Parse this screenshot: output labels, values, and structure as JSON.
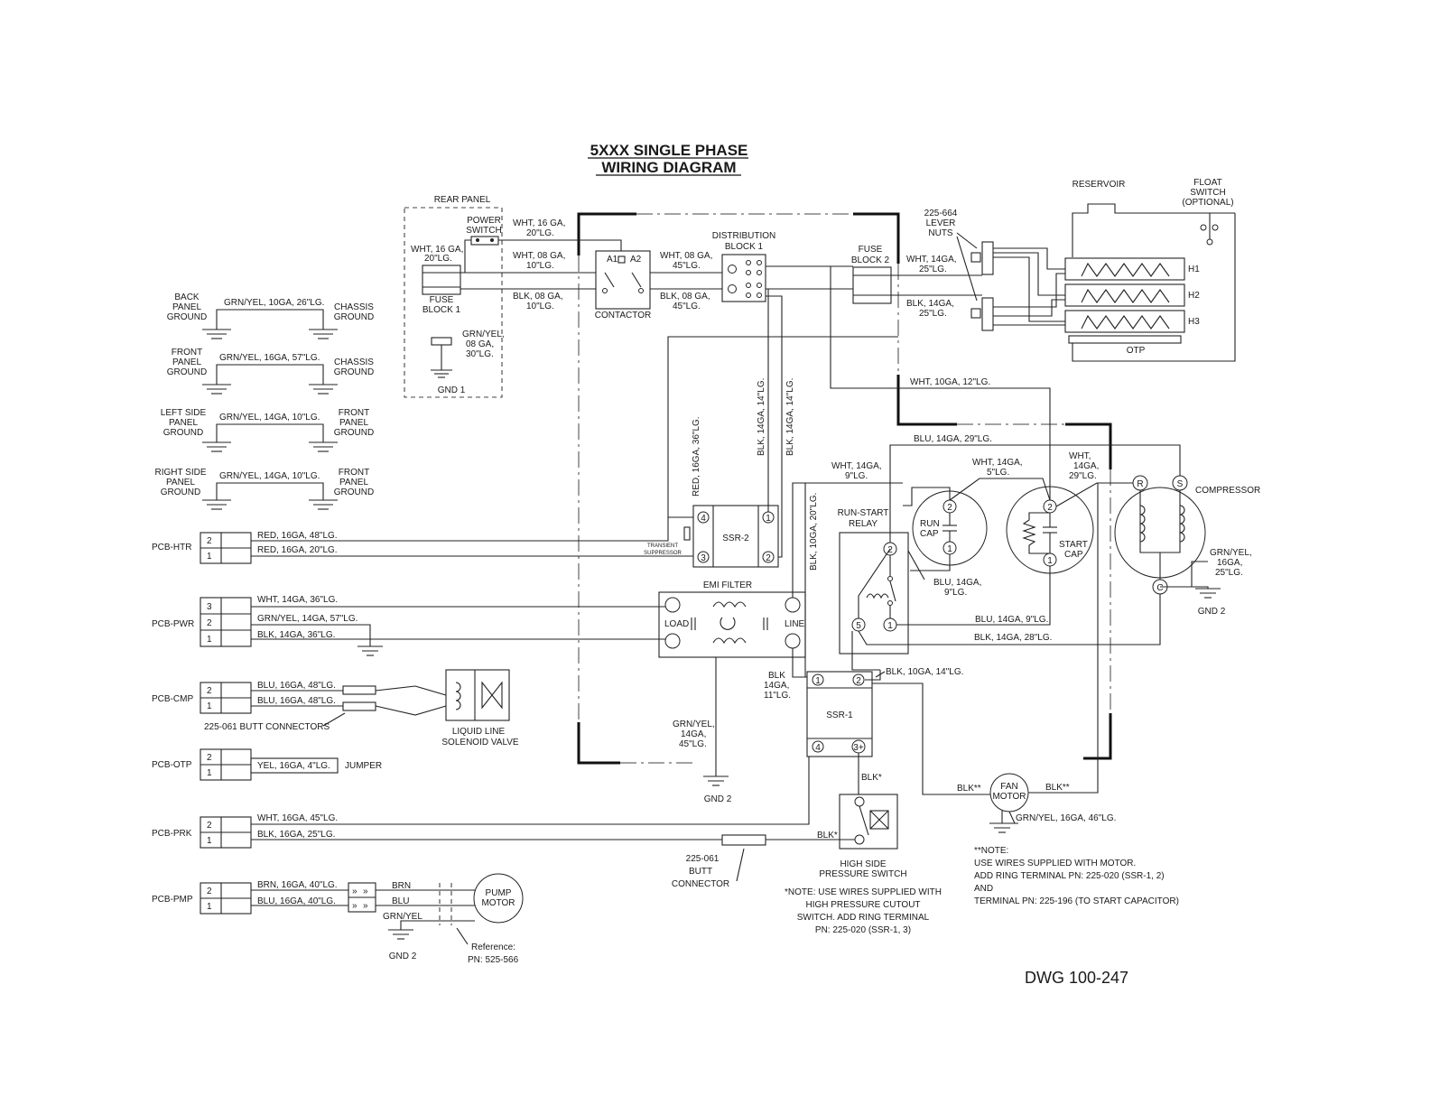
{
  "title": {
    "line1": "5XXX SINGLE PHASE",
    "line2": "WIRING DIAGRAM"
  },
  "dwg_number": "DWG 100-247",
  "grounds": [
    {
      "left": [
        "BACK",
        "PANEL",
        "GROUND"
      ],
      "wire": "GRN/YEL, 10GA, 26\"LG.",
      "right": [
        "CHASSIS",
        "GROUND"
      ]
    },
    {
      "left": [
        "FRONT",
        "PANEL",
        "GROUND"
      ],
      "wire": "GRN/YEL, 16GA, 57\"LG.",
      "right": [
        "CHASSIS",
        "GROUND"
      ]
    },
    {
      "left": [
        "LEFT SIDE",
        "PANEL",
        "GROUND"
      ],
      "wire": "GRN/YEL, 14GA, 10\"LG.",
      "right": [
        "FRONT",
        "PANEL",
        "GROUND"
      ]
    },
    {
      "left": [
        "RIGHT SIDE",
        "PANEL",
        "GROUND"
      ],
      "wire": "GRN/YEL, 14GA, 10\"LG.",
      "right": [
        "FRONT",
        "PANEL",
        "GROUND"
      ]
    }
  ],
  "pcb": [
    {
      "name": "PCB-HTR",
      "pins": [
        "2",
        "1"
      ],
      "wires": [
        "RED, 16GA, 48\"LG.",
        "RED, 16GA, 20\"LG."
      ]
    },
    {
      "name": "PCB-PWR",
      "pins": [
        "3",
        "2",
        "1"
      ],
      "wires": [
        "WHT, 14GA, 36\"LG.",
        "GRN/YEL, 14GA, 57\"LG.",
        "BLK, 14GA, 36\"LG."
      ]
    },
    {
      "name": "PCB-CMP",
      "pins": [
        "2",
        "1"
      ],
      "wires": [
        "BLU, 16GA, 48\"LG.",
        "BLU, 16GA, 48\"LG."
      ]
    },
    {
      "name": "PCB-OTP",
      "pins": [
        "2",
        "1"
      ],
      "wires": [
        "YEL, 16GA, 4\"LG."
      ]
    },
    {
      "name": "PCB-PRK",
      "pins": [
        "2",
        "1"
      ],
      "wires": [
        "WHT, 16GA, 45\"LG.",
        "BLK, 16GA, 25\"LG."
      ]
    },
    {
      "name": "PCB-PMP",
      "pins": [
        "2",
        "1"
      ],
      "wires": [
        "BRN, 16GA, 40\"LG.",
        "BLU, 16GA, 40\"LG."
      ]
    }
  ],
  "labels": {
    "rear_panel": "REAR PANEL",
    "power_switch": [
      "POWER",
      "SWITCH"
    ],
    "wht16_20": [
      "WHT, 16 GA,",
      "20\"LG."
    ],
    "wht16_20_left": [
      "WHT, 16 GA,",
      "20\"LG."
    ],
    "wht08_10": [
      "WHT, 08 GA,",
      "10\"LG."
    ],
    "blk08_10": [
      "BLK, 08 GA,",
      "10\"LG."
    ],
    "fuse_block_1": [
      "FUSE",
      "BLOCK 1"
    ],
    "grnyel_08": [
      "GRN/YEL,",
      "08 GA,",
      "30\"LG."
    ],
    "gnd1": "GND 1",
    "a1": "A1",
    "a2": "A2",
    "contactor": "CONTACTOR",
    "wht08_45": [
      "WHT, 08 GA,",
      "45\"LG."
    ],
    "blk08_45": [
      "BLK, 08 GA,",
      "45\"LG."
    ],
    "distribution_block": [
      "DISTRIBUTION",
      "BLOCK 1"
    ],
    "fuse_block_2": [
      "FUSE",
      "BLOCK 2"
    ],
    "wht14_25": [
      "WHT, 14GA,",
      "25\"LG."
    ],
    "blk14_25": [
      "BLK, 14GA,",
      "25\"LG."
    ],
    "lever_nuts": [
      "225-664",
      "LEVER",
      "NUTS"
    ],
    "reservoir": "RESERVOIR",
    "float_switch": [
      "FLOAT",
      "SWITCH",
      "(OPTIONAL)"
    ],
    "h1": "H1",
    "h2": "H2",
    "h3": "H3",
    "otp": "OTP",
    "wht10_12": "WHT, 10GA, 12\"LG.",
    "blu14_29": "BLU, 14GA, 29\"LG.",
    "red16_36": "RED, 16GA, 36\"LG.",
    "blk14_14a": "BLK, 14GA, 14\"LG.",
    "blk14_14b": "BLK, 14GA, 14\"LG.",
    "blk10_20": "BLK, 10GA, 20\"LG.",
    "wht14_9": [
      "WHT, 14GA,",
      "9\"LG."
    ],
    "wht14_5": [
      "WHT, 14GA,",
      "5\"LG."
    ],
    "wht14_29": [
      "WHT,",
      "14GA,",
      "29\"LG."
    ],
    "run_start_relay": [
      "RUN-START",
      "RELAY"
    ],
    "run_cap": [
      "RUN",
      "CAP"
    ],
    "start_cap": [
      "START",
      "CAP"
    ],
    "compressor": "COMPRESSOR",
    "r": "R",
    "s": "S",
    "c": "C",
    "grnyel16_25": [
      "GRN/YEL,",
      "16GA,",
      "25\"LG."
    ],
    "gnd2_comp": "GND 2",
    "blu14_9_relay": [
      "BLU, 14GA,",
      "9\"LG."
    ],
    "blu14_9": "BLU, 14GA, 9\"LG.",
    "blk14_28": "BLK, 14GA, 28\"LG.",
    "ssr2": "SSR-2",
    "transient": [
      "TRANSIENT",
      "SUPPRESSOR"
    ],
    "emi_filter": "EMI FILTER",
    "load": "LOAD",
    "line": "LINE",
    "blk14_11": [
      "BLK",
      "14GA,",
      "11\"LG."
    ],
    "blk10_14": "BLK, 10GA, 14\"LG.",
    "ssr1": "SSR-1",
    "grnyel14_45": [
      "GRN/YEL,",
      "14GA,",
      "45\"LG."
    ],
    "gnd2_mid": "GND 2",
    "blk_star": "BLK*",
    "blk_star2": "BLK*",
    "blk_dstar1": "BLK**",
    "blk_dstar2": "BLK**",
    "fan_motor": [
      "FAN",
      "MOTOR"
    ],
    "grnyel16_46": "GRN/YEL, 16GA, 46\"LG.",
    "butt_connectors": "225-061 BUTT CONNECTORS",
    "solenoid_valve": [
      "LIQUID LINE",
      "SOLENOID VALVE"
    ],
    "jumper": "JUMPER",
    "butt_connector": [
      "225-061",
      "BUTT",
      "CONNECTOR"
    ],
    "high_side": [
      "HIGH SIDE",
      "PRESSURE SWITCH"
    ],
    "note_star": [
      "*NOTE: USE WIRES SUPPLIED WITH",
      "HIGH PRESSURE CUTOUT",
      "SWITCH. ADD RING TERMINAL",
      "PN: 225-020 (SSR-1, 3)"
    ],
    "note_dstar": [
      "**NOTE:",
      "USE WIRES SUPPLIED WITH MOTOR.",
      "ADD RING TERMINAL PN: 225-020 (SSR-1, 2)",
      "AND",
      "TERMINAL PN: 225-196 (TO START CAPACITOR)"
    ],
    "brn": "BRN",
    "blu": "BLU",
    "grnyel": "GRN/YEL",
    "pump_motor": [
      "PUMP",
      "MOTOR"
    ],
    "gnd2_pump": "GND 2",
    "reference": [
      "Reference:",
      "PN: 525-566"
    ],
    "pin_1": "1",
    "pin_2": "2",
    "pin_3": "3",
    "pin_4": "4",
    "pin_5": "5",
    "pin_3plus": "3+"
  }
}
